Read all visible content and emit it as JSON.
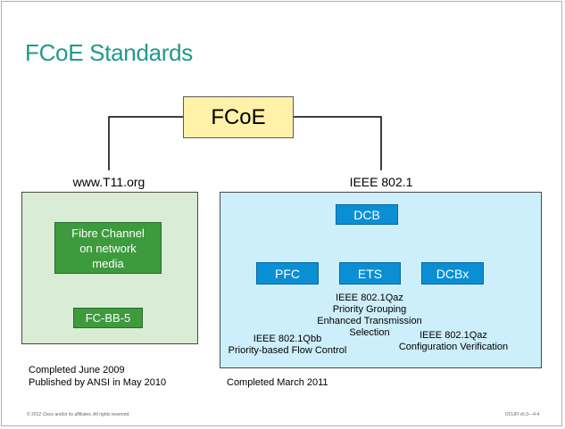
{
  "title": "FCoE Standards",
  "root": {
    "label": "FCoE"
  },
  "left_branch": {
    "label": "www.T11.org",
    "box_main_lines": [
      "Fibre Channel",
      "on network",
      "media"
    ],
    "box_sub": "FC-BB-5",
    "notes": [
      "Completed June 2009",
      "Published by ANSI in May 2010"
    ]
  },
  "right_branch": {
    "label": "IEEE 802.1",
    "dcb": "DCB",
    "pfc": {
      "label": "PFC",
      "desc": [
        "IEEE 802.1Qbb",
        "Priority-based Flow Control"
      ]
    },
    "ets": {
      "label": "ETS",
      "desc": [
        "IEEE 802.1Qaz",
        "Priority Grouping",
        "Enhanced Transmission",
        "Selection"
      ]
    },
    "dcbx": {
      "label": "DCBx",
      "desc": [
        "IEEE 802.1Qaz",
        "Configuration Verification"
      ]
    },
    "note": "Completed March 2011"
  },
  "footer": {
    "copyright": "© 2012 Cisco and/or its affiliates. All rights reserved.",
    "code": "DCUFI v5.0—4-4"
  },
  "colors": {
    "title": "#1f9a8e",
    "fcoe_box": "#fff2a8",
    "left_panel": "#d9ecd5",
    "right_panel": "#cdeefb",
    "green_box": "#3d9b3d",
    "blue_box": "#0a8fd4"
  }
}
